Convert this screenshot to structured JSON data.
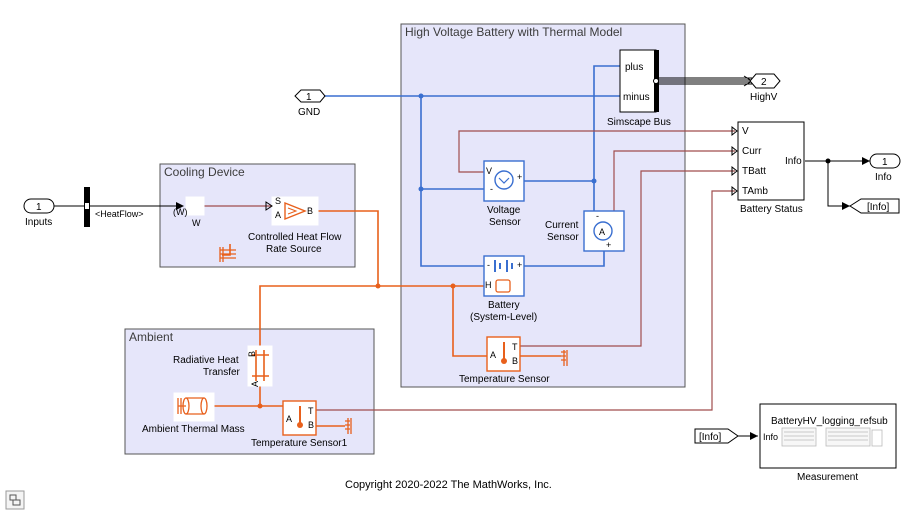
{
  "subsystems": {
    "hv_battery": "High Voltage Battery with Thermal Model",
    "cooling": "Cooling Device",
    "ambient": "Ambient"
  },
  "ports": {
    "gnd_num": "1",
    "gnd_label": "GND",
    "highv_num": "2",
    "highv_label": "HighV",
    "inputs_num": "1",
    "inputs_label": "Inputs",
    "info_num": "1",
    "info_label": "Info"
  },
  "signals": {
    "heatflow": "<HeatFlow>",
    "info_goto": "[Info]",
    "info_from": "[Info]"
  },
  "blocks": {
    "simscape_bus": "Simscape Bus",
    "bus_plus": "plus",
    "bus_minus": "minus",
    "voltage_sensor_1": "Voltage",
    "voltage_sensor_2": "Sensor",
    "current_sensor_1": "Current",
    "current_sensor_2": "Sensor",
    "battery_1": "Battery",
    "battery_2": "(System-Level)",
    "temp_sensor": "Temperature Sensor",
    "temp_sensor1": "Temperature Sensor1",
    "heat_flow_1": "Controlled Heat Flow",
    "heat_flow_2": "Rate Source",
    "radiative_1": "Radiative Heat",
    "radiative_2": "Transfer",
    "thermal_mass": "Ambient Thermal Mass",
    "battery_status": "Battery Status",
    "measurement": "Measurement",
    "measurement_ref": "BatteryHV_logging_refsub",
    "measurement_in": "Info"
  },
  "port_labels": {
    "status_v": "V",
    "status_curr": "Curr",
    "status_tbatt": "TBatt",
    "status_tamb": "TAmb",
    "status_info": "Info",
    "hf_s": "S",
    "hf_a": "A",
    "hf_b": "B",
    "ps_w_in": "(W)",
    "ps_w_out": "W",
    "vs_v": "V",
    "vs_plus": "+",
    "vs_minus": "-",
    "cs_plus": "+",
    "cs_minus": "-",
    "bat_minus": "-",
    "bat_plus": "+",
    "bat_h": "H",
    "ts_a": "A",
    "ts_t": "T",
    "ts_b": "B",
    "rad_a": "A",
    "rad_b": "B"
  },
  "copyright": "Copyright 2020-2022 The MathWorks, Inc.",
  "colors": {
    "physical_electric": "#3a6fd0",
    "thermal": "#e8601c",
    "signal": "#a04d4d",
    "subsystem_fill": "#e6e6fa"
  }
}
